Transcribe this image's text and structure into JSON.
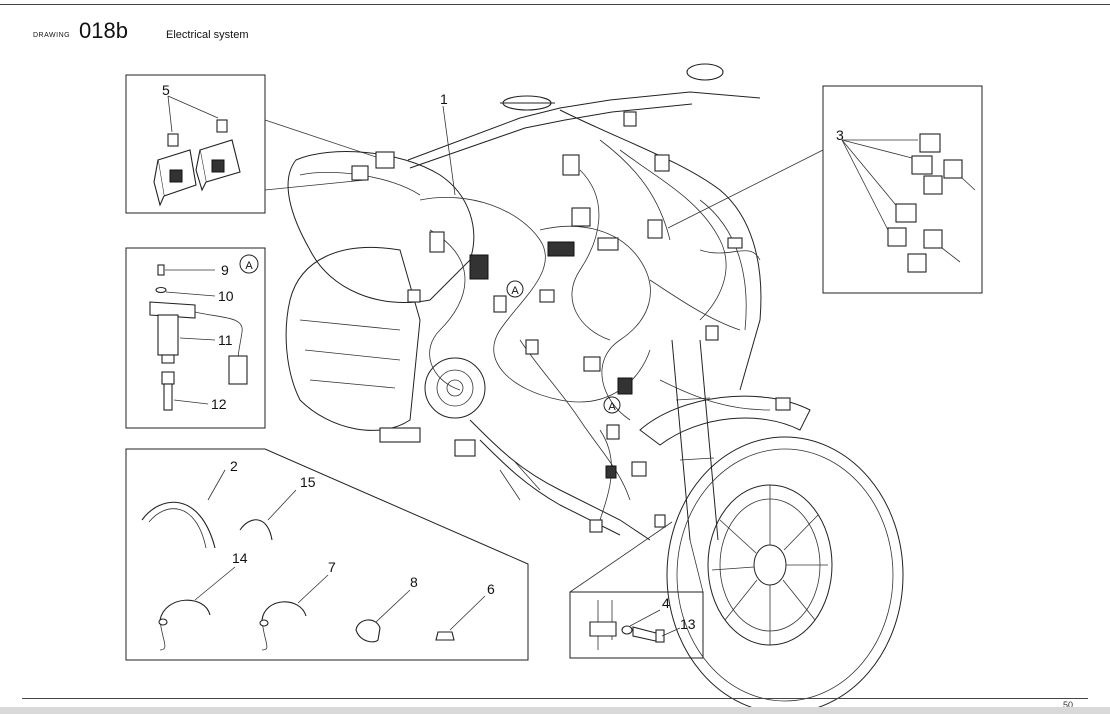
{
  "header": {
    "drawing_label": "DRAWING",
    "drawing_code": "018b",
    "title": "Electrical system"
  },
  "page_number": "50",
  "callouts": {
    "c1": "1",
    "c2": "2",
    "c3": "3",
    "c4": "4",
    "c5": "5",
    "c6": "6",
    "c7": "7",
    "c8": "8",
    "c9": "9",
    "c10": "10",
    "c11": "11",
    "c12": "12",
    "c13": "13",
    "c14": "14",
    "c15": "15"
  },
  "markers": {
    "detail_a": "A"
  }
}
